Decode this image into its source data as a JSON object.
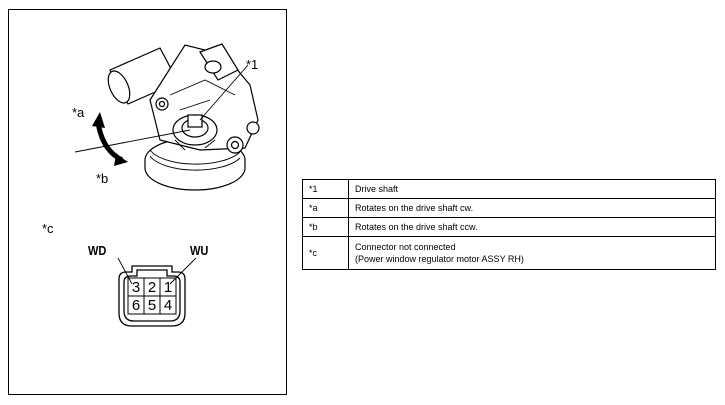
{
  "callouts": {
    "drive_shaft": "*1",
    "rotate_cw": "*a",
    "rotate_ccw": "*b",
    "connector": "*c"
  },
  "connector": {
    "left_pin_label": "WD",
    "right_pin_label": "WU",
    "top_row": [
      "3",
      "2",
      "1"
    ],
    "bottom_row": [
      "6",
      "5",
      "4"
    ]
  },
  "legend": [
    {
      "key": "*1",
      "desc": [
        "Drive shaft"
      ]
    },
    {
      "key": "*a",
      "desc": [
        "Rotates on the drive shaft cw."
      ]
    },
    {
      "key": "*b",
      "desc": [
        "Rotates on the drive shaft ccw."
      ]
    },
    {
      "key": "*c",
      "desc": [
        "Connector not connected",
        "(Power window regulator motor ASSY RH)"
      ]
    }
  ]
}
